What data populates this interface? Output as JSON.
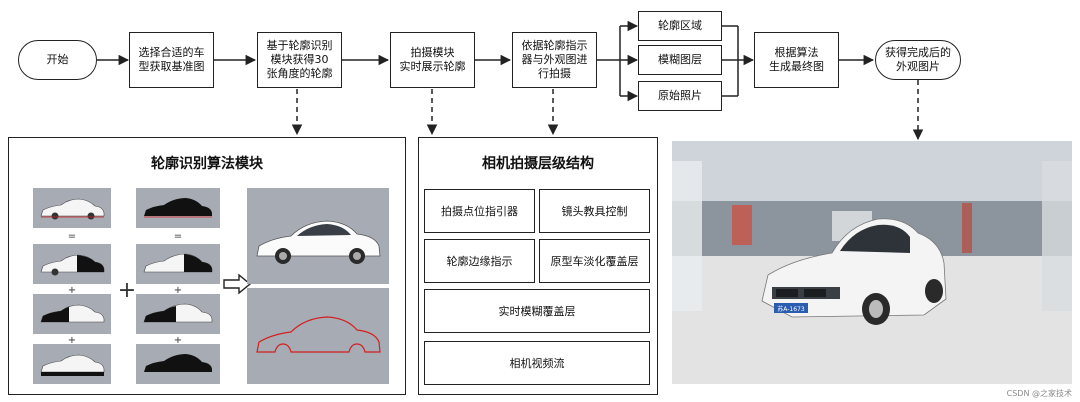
{
  "flow": {
    "start": "开始",
    "step1": "选择合适的车\n型获取基准图",
    "step2": "基于轮廓识别\n模块获得30\n张角度的轮廓",
    "step3": "拍摄模块\n实时展示轮廓",
    "step4": "依据轮廓指示\n器与外观图进\n行拍摄",
    "layer_contour": "轮廓区域",
    "layer_blur": "模糊图层",
    "layer_original": "原始照片",
    "step5": "根据算法\n生成最终图",
    "end": "获得完成后的\n外观图片"
  },
  "contour_panel": {
    "title": "轮廓识别算法模块",
    "eq_symbol": "=",
    "plus_symbol": "+"
  },
  "camera_panel": {
    "title": "相机拍摄层级结构",
    "cell_guide": "拍摄点位指引器",
    "cell_lens": "镜头教具控制",
    "cell_edge": "轮廓边缘指示",
    "cell_fade": "原型车淡化覆盖层",
    "cell_blur": "实时模糊覆盖层",
    "cell_stream": "相机视频流"
  },
  "photo": {
    "plate": "苏A-1673"
  },
  "watermark": "CSDN @之家技术",
  "colors": {
    "line": "#222222",
    "thumb_bg": "#a6abb4",
    "contour": "#d42020"
  }
}
